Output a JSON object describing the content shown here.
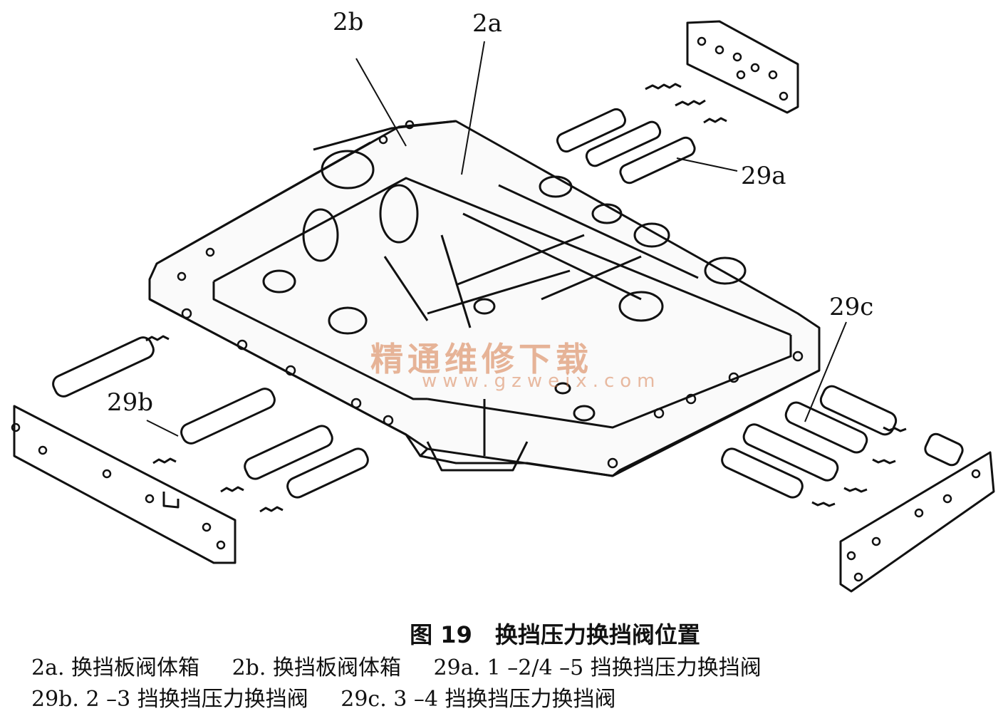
{
  "callouts": {
    "c2b": "2b",
    "c2a": "2a",
    "c29a": "29a",
    "c29b": "29b",
    "c29c": "29c"
  },
  "watermark": {
    "text": "精通维修下载",
    "url": "www.gzweix.com"
  },
  "caption": {
    "title": "图 19　换挡压力换挡阀位置",
    "legend": [
      "2a.  换挡板阀体箱",
      "2b.  换挡板阀体箱",
      "29a.  1 –2/4 –5 挡换挡压力换挡阀",
      "29b.  2 –3 挡换挡压力换挡阀",
      "29c.  3 –4 挡换挡压力换挡阀"
    ]
  }
}
